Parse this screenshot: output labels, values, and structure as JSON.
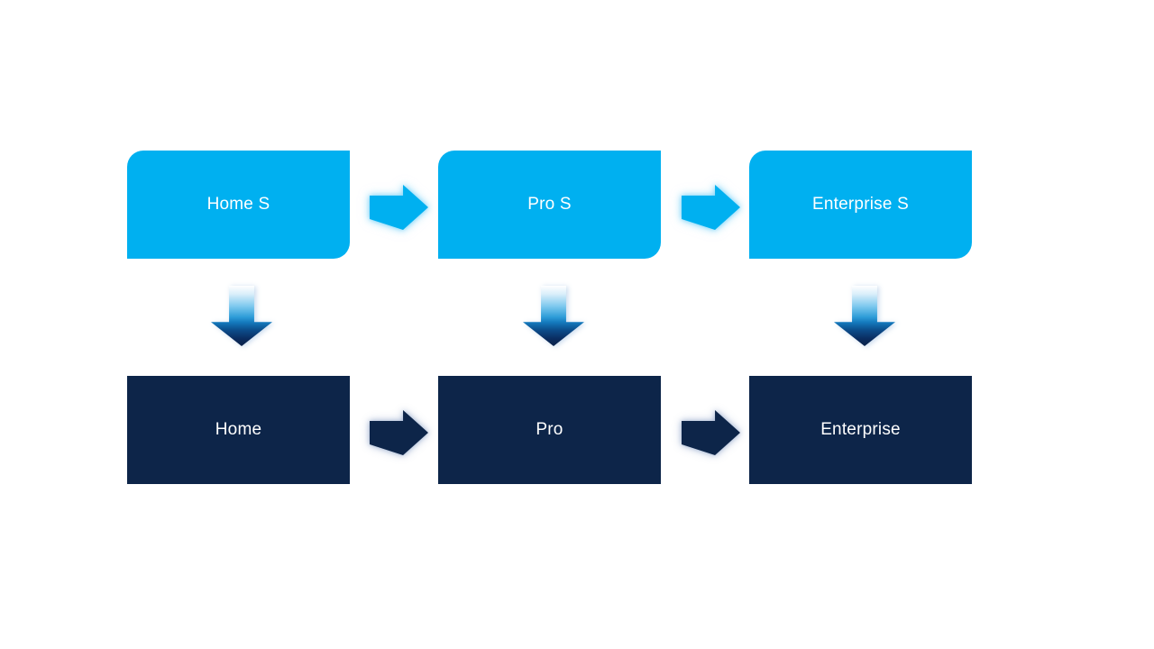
{
  "page": {
    "background": "#ffffff"
  },
  "diagram": {
    "colors": {
      "page_background": "#ffffff",
      "top_box_fill": "#00B0F0",
      "bottom_box_fill": "#0D2549",
      "label_text": "#FFFFFF",
      "down_arrow_gradient_top": "#FFFFFF",
      "down_arrow_gradient_mid": "#2D9CD8",
      "down_arrow_gradient_bottom": "#0A2148"
    },
    "columns": [
      {
        "top_label": "Home S",
        "bottom_label": "Home"
      },
      {
        "top_label": "Pro S",
        "bottom_label": "Pro"
      },
      {
        "top_label": "Enterprise S",
        "bottom_label": "Enterprise"
      }
    ]
  }
}
